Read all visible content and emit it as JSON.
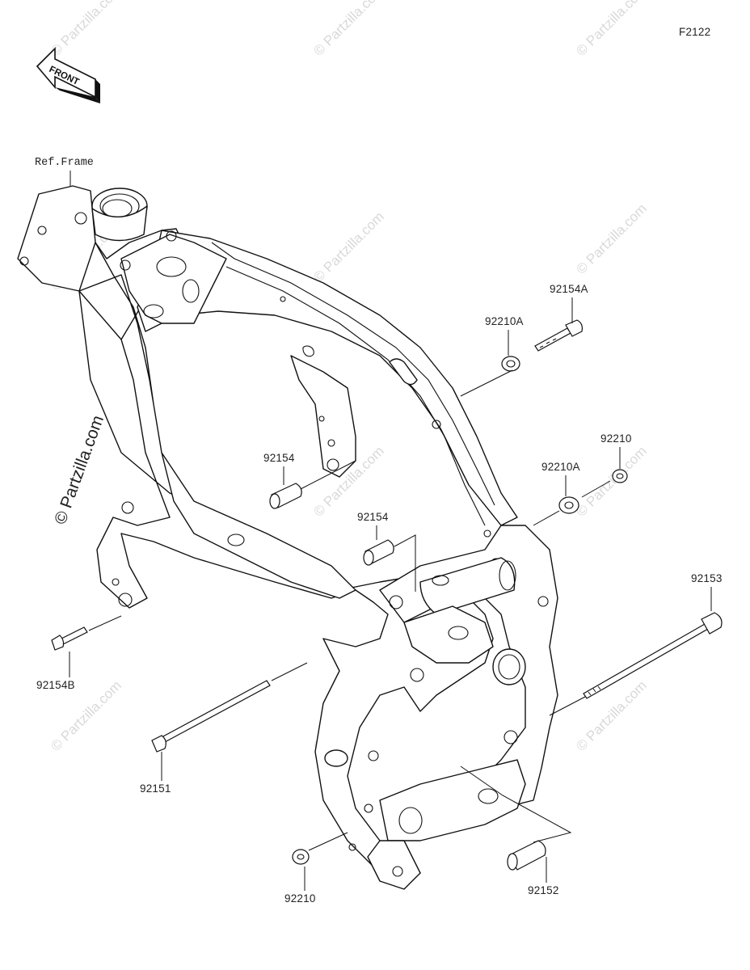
{
  "diagram_code": "F2122",
  "front_arrow": {
    "label": "FRONT",
    "icon": "front-direction-arrow-icon"
  },
  "reference": "Ref.Frame",
  "watermark": {
    "text": "© Partzilla.com",
    "side_text": "© Partzilla.com"
  },
  "parts": [
    {
      "number": "92154A"
    },
    {
      "number": "92210A"
    },
    {
      "number": "92210"
    },
    {
      "number": "92210A"
    },
    {
      "number": "92154"
    },
    {
      "number": "92154"
    },
    {
      "number": "92153"
    },
    {
      "number": "92154B"
    },
    {
      "number": "92151"
    },
    {
      "number": "92210"
    },
    {
      "number": "92152"
    }
  ]
}
